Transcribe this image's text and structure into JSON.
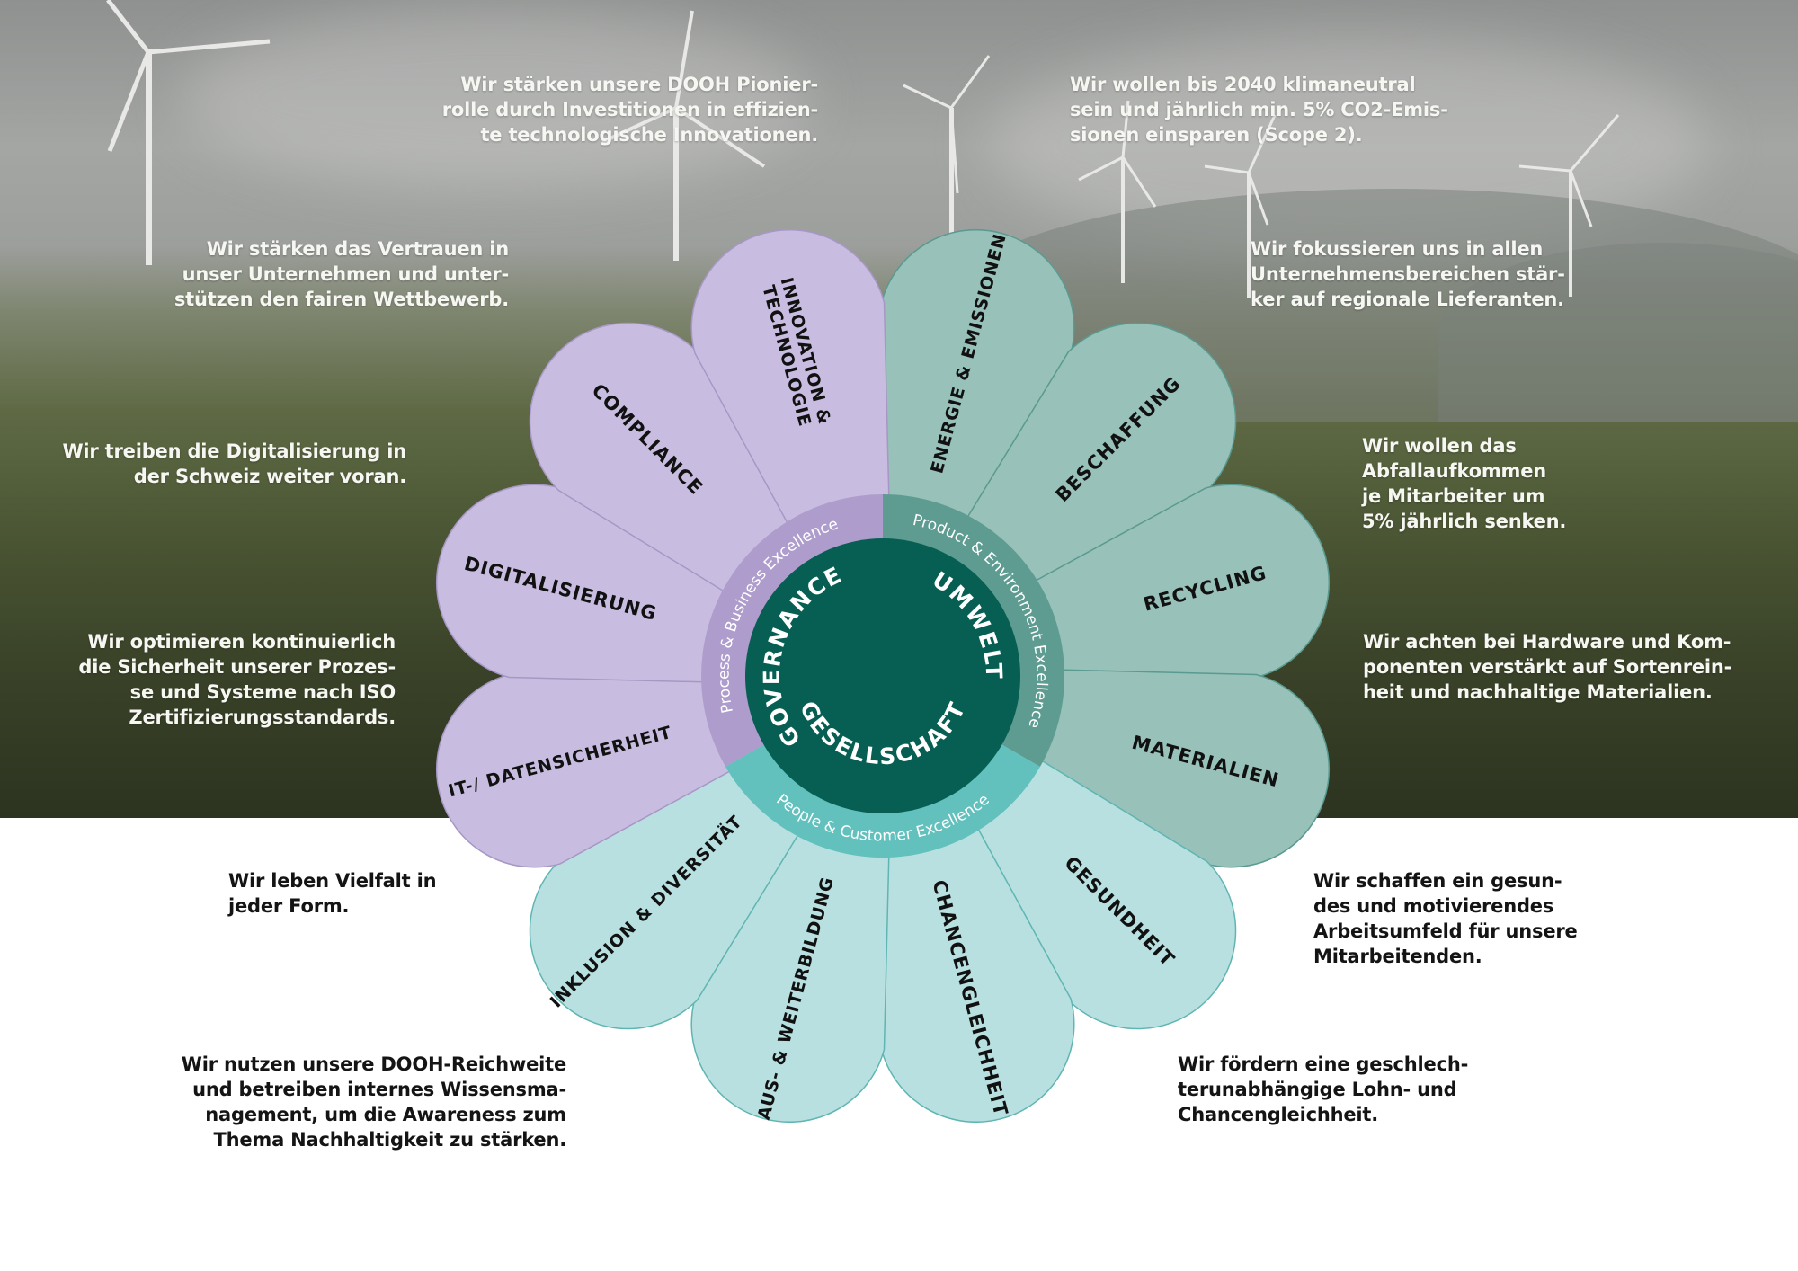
{
  "diagram": {
    "center": {
      "pillars": [
        "GOVERNANCE",
        "UMWELT",
        "GESELLSCHAFT"
      ]
    },
    "ring": [
      {
        "label": "Process & Business Excellence",
        "color": "#ae9dcc"
      },
      {
        "label": "Product & Environment Excellence",
        "color": "#5e9c92"
      },
      {
        "label": "People & Customer Excellence",
        "color": "#62c0bd"
      }
    ],
    "colors": {
      "core": "#075e52",
      "governance_petal": "#c8bde0",
      "governance_stroke": "#a797c5",
      "umwelt_petal": "#97c1b9",
      "umwelt_stroke": "#5a9a8f",
      "gesellschaft_petal": "#b8e0e0",
      "gesellschaft_stroke": "#5fb5b2",
      "petal_text": "#111111",
      "ring_text": "#ffffff"
    },
    "petals": [
      {
        "label": "ENERGIE & EMISSIONEN",
        "group": "umwelt"
      },
      {
        "label": "BESCHAFFUNG",
        "group": "umwelt"
      },
      {
        "label": "RECYCLING",
        "group": "umwelt"
      },
      {
        "label": "MATERIALIEN",
        "group": "umwelt"
      },
      {
        "label": "GESUNDHEIT",
        "group": "gesellschaft"
      },
      {
        "label": "CHANCENGLEICHHEIT",
        "group": "gesellschaft"
      },
      {
        "label": "AUS- & WEITERBILDUNG",
        "group": "gesellschaft"
      },
      {
        "label": "INKLUSION & DIVERSITÄT",
        "group": "gesellschaft"
      },
      {
        "label": "IT-/ DATENSICHERHEIT",
        "group": "governance"
      },
      {
        "label": "DIGITALISIERUNG",
        "group": "governance"
      },
      {
        "label": "COMPLIANCE",
        "group": "governance"
      },
      {
        "label": "INNOVATION & TECHNOLOGIE",
        "group": "governance"
      }
    ]
  },
  "descriptions": {
    "innovation": "Wir stärken unsere DOOH Pionier-\nrolle durch Investitionen in effizien-\nte technologische Innovationen.",
    "energie": "Wir wollen bis 2040 klimaneutral\nsein und jährlich min. 5% CO2-Emis-\nsionen einsparen (Scope 2).",
    "compliance": "Wir stärken das Vertrauen in\nunser Unternehmen und unter-\nstützen den fairen Wettbewerb.",
    "beschaffung": "Wir fokussieren uns in allen\nUnternehmensbereichen stär-\nker auf regionale Lieferanten.",
    "digitalisierung": "Wir treiben die Digitalisierung in\nder Schweiz weiter voran.",
    "recycling": "Wir wollen das\nAbfallaufkommen\nje Mitarbeiter um\n5% jährlich senken.",
    "datensicherheit": "Wir optimieren kontinuierlich\ndie Sicherheit unserer Prozes-\nse und Systeme nach ISO\nZertifizierungsstandards.",
    "materialien": "Wir achten bei Hardware und Kom-\nponenten verstärkt auf Sortenrein-\nheit und nachhaltige Materialien.",
    "inklusion": "Wir leben Vielfalt in\njeder Form.",
    "gesundheit": "Wir schaffen ein gesun-\ndes und motivierendes\nArbeitsumfeld für unsere\nMitarbeitenden.",
    "weiterbildung": "Wir nutzen unsere DOOH-Reichweite\nund betreiben internes Wissensma-\nnagement, um die Awareness zum\nThema Nachhaltigkeit zu stärken.",
    "chancengleichheit": "Wir fördern eine geschlech-\nterunabhängige Lohn- und\nChancengleichheit."
  }
}
